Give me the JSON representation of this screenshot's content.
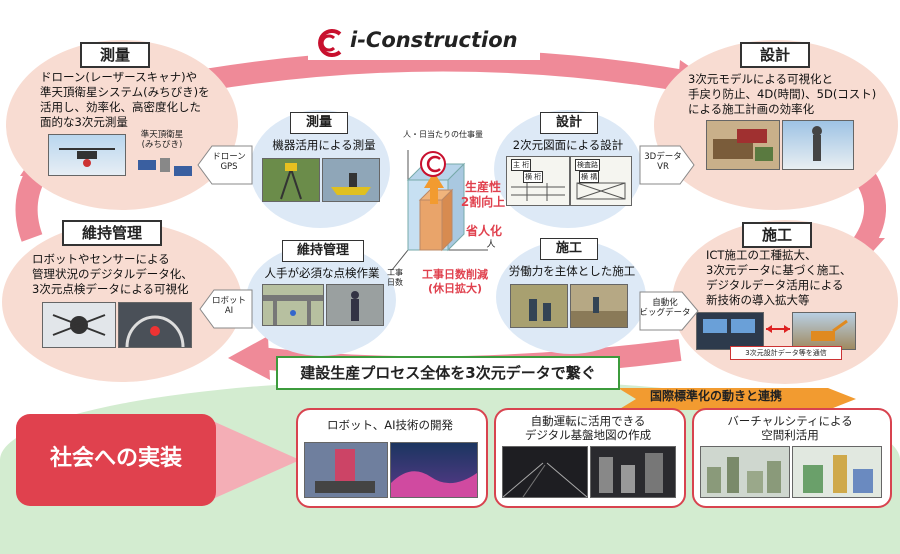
{
  "logo": {
    "text": "i-Construction",
    "color": "#c8102e"
  },
  "colors": {
    "pink": "#f8dcd2",
    "blue": "#dde9f6",
    "arrow": "#ef8a98",
    "red": "#e0414e",
    "green": "#3c9b3c",
    "orange": "#f29b30"
  },
  "outer": {
    "survey": {
      "title": "測量",
      "desc": [
        "ドローン(レーザースキャナ)や",
        "準天頂衛星システム(みちびき)を",
        "活用し、効率化、高密度化した",
        "面的な3次元測量"
      ],
      "satellite_label": [
        "準天頂衛星",
        "(みちびき)"
      ]
    },
    "design": {
      "title": "設計",
      "desc": [
        "3次元モデルによる可視化と",
        "手戻り防止、4D(時間)、5D(コスト)",
        "による施工計画の効率化"
      ]
    },
    "maintenance": {
      "title": "維持管理",
      "desc": [
        "ロボットやセンサーによる",
        "管理状況のデジタルデータ化、",
        "3次元点検データによる可視化"
      ]
    },
    "construction": {
      "title": "施工",
      "desc": [
        "ICT施工の工種拡大、",
        "3次元データに基づく施工、",
        "デジタルデータ活用による",
        "新技術の導入拡大等"
      ],
      "caption": "3次元設計データ等を通信"
    }
  },
  "inner": {
    "survey": {
      "title": "測量",
      "desc": "機器活用による測量"
    },
    "design": {
      "title": "設計",
      "desc": "2次元図面による設計"
    },
    "maintenance": {
      "title": "維持管理",
      "desc": "人手が必須な点検作業"
    },
    "construction": {
      "title": "施工",
      "desc": "労働力を主体とした施工"
    }
  },
  "arrow_tags": {
    "drone_gps": [
      "ドローン",
      "GPS"
    ],
    "data_vr": [
      "3Dデータ",
      "VR"
    ],
    "robot_ai": [
      "ロボット",
      "AI"
    ],
    "auto_bigdata": [
      "自動化",
      "ビッグデータ"
    ]
  },
  "center": {
    "ylabel": "人・日当たりの仕事量",
    "productivity": [
      "生産性",
      "2割向上"
    ],
    "labor_saving": "省人化",
    "person_axis": "人",
    "days_axis": [
      "工事",
      "日数"
    ],
    "days_reduce": [
      "工事日数削減",
      "(休日拡大)"
    ]
  },
  "banner": "建設生産プロセス全体を3次元データで繋ぐ",
  "intl": "国際標準化の動きと連携",
  "society": "社会への実装",
  "panels": [
    {
      "title": "ロボット、AI技術の開発"
    },
    {
      "title": [
        "自動運転に活用できる",
        "デジタル基盤地図の作成"
      ]
    },
    {
      "title": [
        "バーチャルシティによる",
        "空間利活用"
      ]
    }
  ],
  "photo_text": {
    "d1": "主 桁",
    "d2": "横 桁",
    "d3": "検査路",
    "d4": "横 構"
  }
}
